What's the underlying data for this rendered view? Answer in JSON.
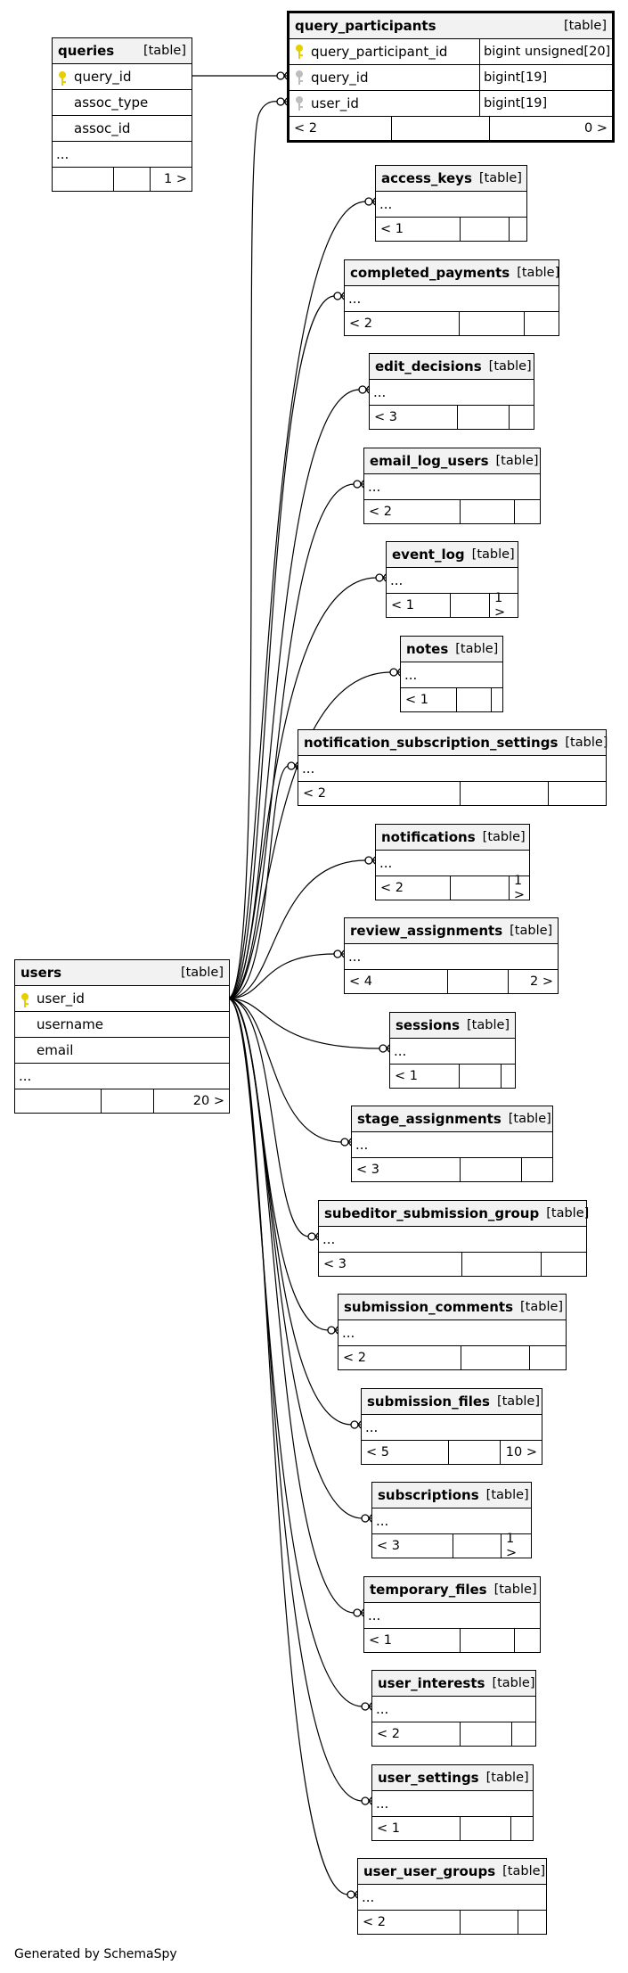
{
  "footer": "Generated by SchemaSpy",
  "colors": {
    "primary_key_icon": "#e6cf00",
    "foreign_key_icon": "#bdbdbd",
    "header_bg": "#f2f2f2"
  },
  "queries": {
    "name": "queries",
    "type": "[table]",
    "columns": [
      {
        "name": "query_id",
        "icon": "primary-key-icon"
      },
      {
        "name": "assoc_type",
        "icon": ""
      },
      {
        "name": "assoc_id",
        "icon": ""
      }
    ],
    "ellipsis": "...",
    "footer": {
      "left": "",
      "mid": "",
      "right": "1 >"
    }
  },
  "query_participants": {
    "name": "query_participants",
    "type": "[table]",
    "columns": [
      {
        "name": "query_participant_id",
        "datatype": "bigint unsigned[20]",
        "icon": "primary-key-icon"
      },
      {
        "name": "query_id",
        "datatype": "bigint[19]",
        "icon": "foreign-key-icon"
      },
      {
        "name": "user_id",
        "datatype": "bigint[19]",
        "icon": "foreign-key-icon"
      }
    ],
    "footer": {
      "left": "< 2",
      "mid": "",
      "right": "0 >"
    }
  },
  "users": {
    "name": "users",
    "type": "[table]",
    "columns": [
      {
        "name": "user_id",
        "icon": "primary-key-icon"
      },
      {
        "name": "username",
        "icon": ""
      },
      {
        "name": "email",
        "icon": ""
      }
    ],
    "ellipsis": "...",
    "footer": {
      "left": "",
      "mid": "",
      "right": "20 >"
    }
  },
  "children": [
    {
      "name": "access_keys",
      "type": "[table]",
      "ellipsis": "...",
      "left": "< 1",
      "right": ""
    },
    {
      "name": "completed_payments",
      "type": "[table]",
      "ellipsis": "...",
      "left": "< 2",
      "right": ""
    },
    {
      "name": "edit_decisions",
      "type": "[table]",
      "ellipsis": "...",
      "left": "< 3",
      "right": ""
    },
    {
      "name": "email_log_users",
      "type": "[table]",
      "ellipsis": "...",
      "left": "< 2",
      "right": ""
    },
    {
      "name": "event_log",
      "type": "[table]",
      "ellipsis": "...",
      "left": "< 1",
      "right": "1 >"
    },
    {
      "name": "notes",
      "type": "[table]",
      "ellipsis": "...",
      "left": "< 1",
      "right": ""
    },
    {
      "name": "notification_subscription_settings",
      "type": "[table]",
      "ellipsis": "...",
      "left": "< 2",
      "right": ""
    },
    {
      "name": "notifications",
      "type": "[table]",
      "ellipsis": "...",
      "left": "< 2",
      "right": "1 >"
    },
    {
      "name": "review_assignments",
      "type": "[table]",
      "ellipsis": "...",
      "left": "< 4",
      "right": "2 >"
    },
    {
      "name": "sessions",
      "type": "[table]",
      "ellipsis": "...",
      "left": "< 1",
      "right": ""
    },
    {
      "name": "stage_assignments",
      "type": "[table]",
      "ellipsis": "...",
      "left": "< 3",
      "right": ""
    },
    {
      "name": "subeditor_submission_group",
      "type": "[table]",
      "ellipsis": "...",
      "left": "< 3",
      "right": ""
    },
    {
      "name": "submission_comments",
      "type": "[table]",
      "ellipsis": "...",
      "left": "< 2",
      "right": ""
    },
    {
      "name": "submission_files",
      "type": "[table]",
      "ellipsis": "...",
      "left": "< 5",
      "right": "10 >"
    },
    {
      "name": "subscriptions",
      "type": "[table]",
      "ellipsis": "...",
      "left": "< 3",
      "right": "1 >"
    },
    {
      "name": "temporary_files",
      "type": "[table]",
      "ellipsis": "...",
      "left": "< 1",
      "right": ""
    },
    {
      "name": "user_interests",
      "type": "[table]",
      "ellipsis": "...",
      "left": "< 2",
      "right": ""
    },
    {
      "name": "user_settings",
      "type": "[table]",
      "ellipsis": "...",
      "left": "< 1",
      "right": ""
    },
    {
      "name": "user_user_groups",
      "type": "[table]",
      "ellipsis": "...",
      "left": "< 2",
      "right": ""
    }
  ]
}
